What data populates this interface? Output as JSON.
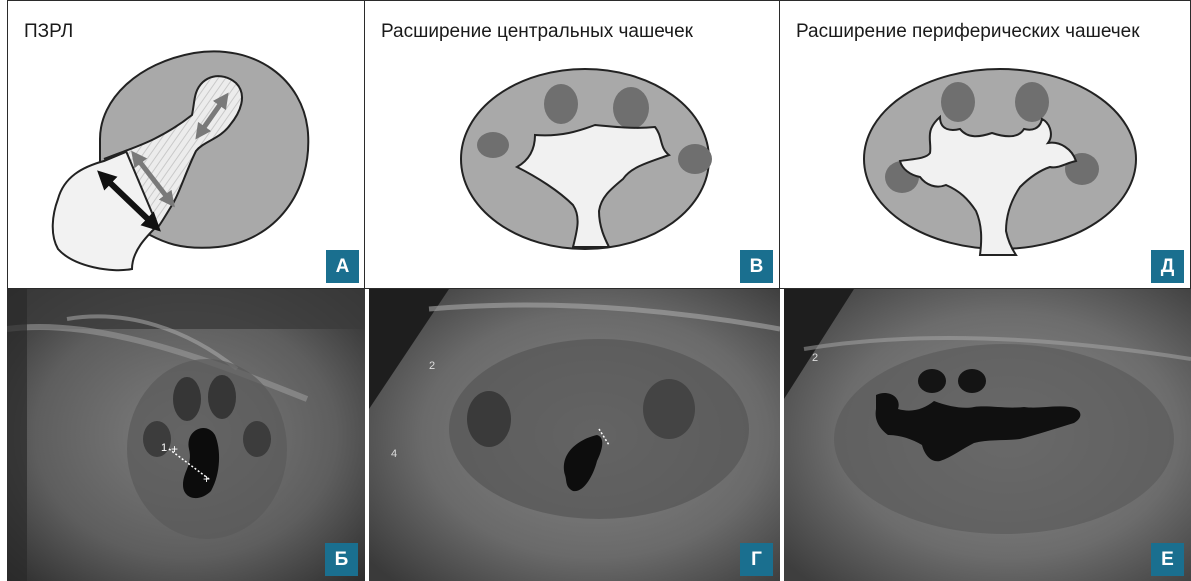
{
  "panels": {
    "a": {
      "title": "ПЗРЛ",
      "letter": "А"
    },
    "b": {
      "title": "Расширение центральных чашечек",
      "letter": "В"
    },
    "d": {
      "title": "Расширение периферических чашечек",
      "letter": "Д"
    },
    "us1": {
      "letter": "Б",
      "caliper": "1"
    },
    "us2": {
      "letter": "Г",
      "depth_marks": [
        "2",
        "4"
      ]
    },
    "us3": {
      "letter": "Е",
      "depth_marks": [
        "2"
      ]
    }
  },
  "colors": {
    "badge": "#1a6f8f",
    "kidney_gray": "#a9a9a9",
    "calyx_dark": "#6f6f6f",
    "pelvis_light": "#f1f1f1",
    "arrow_gray": "#7a7a7a"
  }
}
